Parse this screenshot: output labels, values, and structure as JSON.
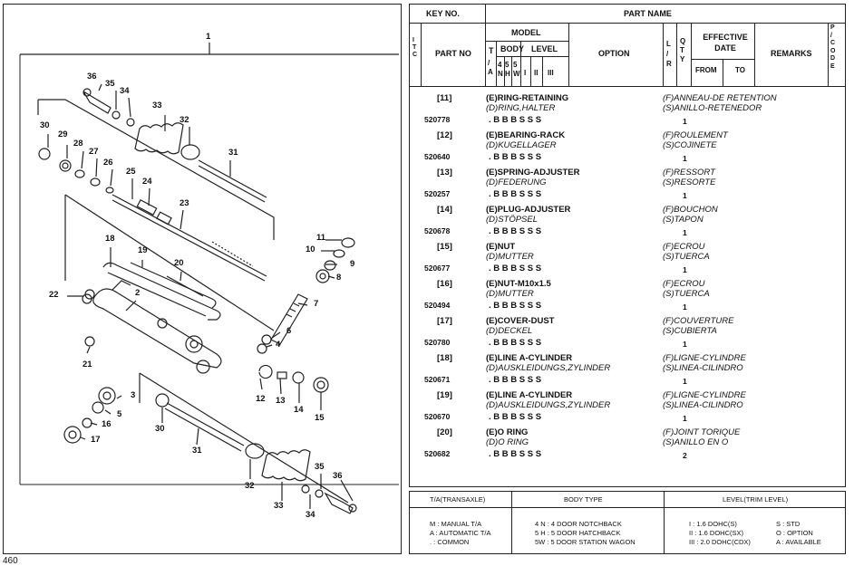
{
  "diagram": {
    "assembly_number": "1",
    "callouts": [
      "36",
      "35",
      "34",
      "33",
      "32",
      "31",
      "30",
      "29",
      "28",
      "27",
      "26",
      "25",
      "24",
      "23",
      "18",
      "19",
      "20",
      "22",
      "2",
      "21",
      "11",
      "10",
      "9",
      "8",
      "7",
      "6",
      "4",
      "3",
      "5",
      "16",
      "17",
      "30",
      "31",
      "12",
      "13",
      "14",
      "15",
      "32",
      "33",
      "34",
      "35",
      "36"
    ]
  },
  "table": {
    "headers": {
      "key_no": "KEY NO.",
      "part_name": "PART NAME",
      "itc": "I T C",
      "part_no": "PART NO",
      "model": "MODEL",
      "t": "T",
      "ta": "/ A",
      "body": "BODY",
      "b4n": "4 N",
      "b5h": "5 H",
      "b5w": "5 W",
      "level": "LEVEL",
      "lv1": "I",
      "lv2": "II",
      "lv3": "III",
      "option": "OPTION",
      "lr": "L / R",
      "qty": "Q T Y",
      "effective_date": "EFFECTIVE DATE",
      "from": "FROM",
      "to": "TO",
      "remarks": "REMARKS",
      "pcode": "P / C O D E"
    },
    "rows": [
      {
        "key": "[11]",
        "e": "(E)RING-RETAINING",
        "d": "(D)RING,HALTER",
        "f": "(F)ANNEAU-DE RETENTION",
        "s": "(S)ANILLO-RETENEDOR",
        "part_no": "520778",
        "codes": ". B B B S S S",
        "qty": "1"
      },
      {
        "key": "[12]",
        "e": "(E)BEARING-RACK",
        "d": "(D)KUGELLAGER",
        "f": "(F)ROULEMENT",
        "s": "(S)COJINETE",
        "part_no": "520640",
        "codes": ". B B B S S S",
        "qty": "1"
      },
      {
        "key": "[13]",
        "e": "(E)SPRING-ADJUSTER",
        "d": "(D)FEDERUNG",
        "f": "(F)RESSORT",
        "s": "(S)RESORTE",
        "part_no": "520257",
        "codes": ". B B B S S S",
        "qty": "1"
      },
      {
        "key": "[14]",
        "e": "(E)PLUG-ADJUSTER",
        "d": "(D)STÖPSEL",
        "f": "(F)BOUCHON",
        "s": "(S)TAPON",
        "part_no": "520678",
        "codes": ". B B B S S S",
        "qty": "1"
      },
      {
        "key": "[15]",
        "e": "(E)NUT",
        "d": "(D)MUTTER",
        "f": "(F)ECROU",
        "s": "(S)TUERCA",
        "part_no": "520677",
        "codes": ". B B B S S S",
        "qty": "1"
      },
      {
        "key": "[16]",
        "e": "(E)NUT-M10x1.5",
        "d": "(D)MUTTER",
        "f": "(F)ECROU",
        "s": "(S)TUERCA",
        "part_no": "520494",
        "codes": ". B B B S S S",
        "qty": "1"
      },
      {
        "key": "[17]",
        "e": "(E)COVER-DUST",
        "d": "(D)DECKEL",
        "f": "(F)COUVERTURE",
        "s": "(S)CUBIERTA",
        "part_no": "520780",
        "codes": ". B B B S S S",
        "qty": "1"
      },
      {
        "key": "[18]",
        "e": "(E)LINE A-CYLINDER",
        "d": "(D)AUSKLEIDUNGS,ZYLINDER",
        "f": "(F)LIGNE-CYLINDRE",
        "s": "(S)LINEA-CILINDRO",
        "part_no": "520671",
        "codes": ". B B B S S S",
        "qty": "1"
      },
      {
        "key": "[19]",
        "e": "(E)LINE A-CYLINDER",
        "d": "(D)AUSKLEIDUNGS,ZYLINDER",
        "f": "(F)LIGNE-CYLINDRE",
        "s": "(S)LINEA-CILINDRO",
        "part_no": "520670",
        "codes": ". B B B S S S",
        "qty": "1"
      },
      {
        "key": "[20]",
        "e": "(E)O RING",
        "d": "(D)O RING",
        "f": "(F)JOINT TORIQUE",
        "s": "(S)ANILLO EN O",
        "part_no": "520682",
        "codes": ". B B B S S S",
        "qty": "2"
      }
    ]
  },
  "legend": {
    "col1_title": "T/A(TRANSAXLE)",
    "col2_title": "BODY TYPE",
    "col3_title": "LEVEL(TRIM LEVEL)",
    "col1": [
      "M : MANUAL T/A",
      "A : AUTOMATIC T/A",
      ". : COMMON"
    ],
    "col2": [
      "4 N : 4 DOOR NOTCHBACK",
      "5 H : 5 DOOR HATCHBACK",
      "5W : 5 DOOR STATION WAGON"
    ],
    "col3a": [
      "I : 1.6 DOHC(S)",
      "II : 1.6 DOHC(SX)",
      "III : 2.0 DOHC(CDX)"
    ],
    "col3b": [
      "S : STD",
      "O : OPTION",
      "A : AVAILABLE"
    ]
  },
  "page_number": "460"
}
